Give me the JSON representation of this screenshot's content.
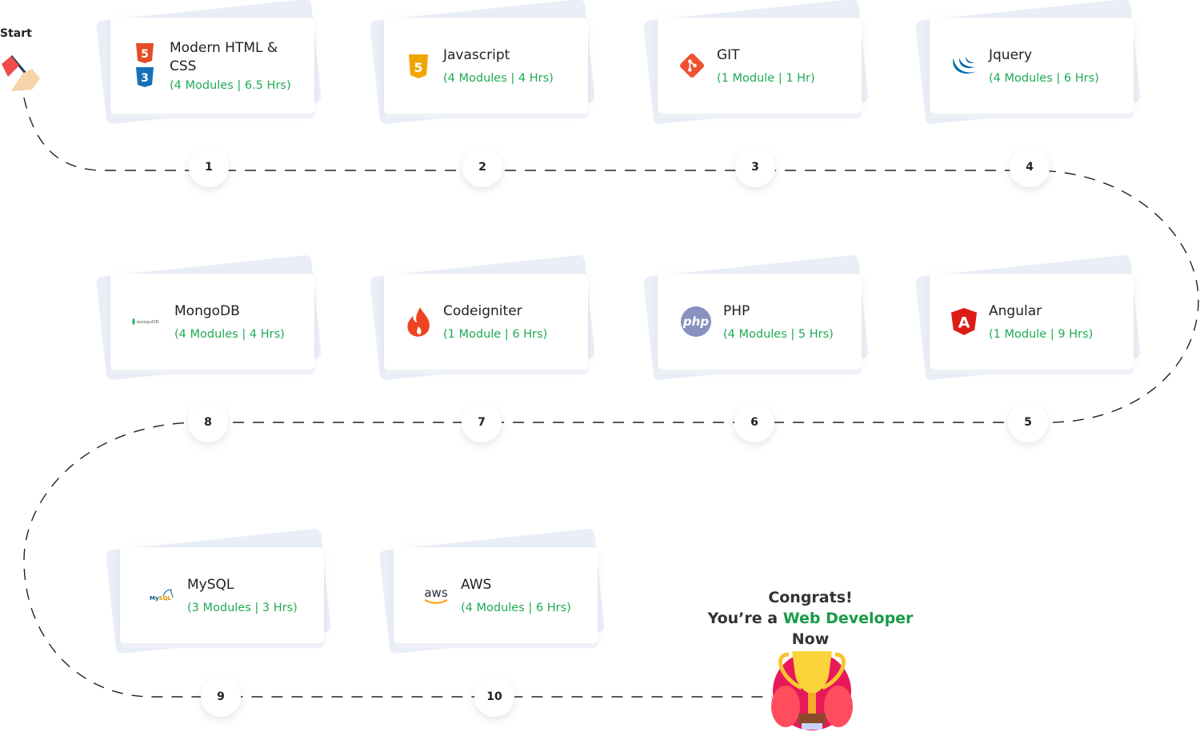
{
  "start_label": "Start",
  "courses": [
    {
      "step": "1",
      "title": "Modern HTML & CSS",
      "meta": "(4 Modules | 6.5 Hrs)",
      "icon": "html-css-icon"
    },
    {
      "step": "2",
      "title": "Javascript",
      "meta": "(4 Modules | 4 Hrs)",
      "icon": "javascript-icon"
    },
    {
      "step": "3",
      "title": "GIT",
      "meta": "(1 Module | 1 Hr)",
      "icon": "git-icon"
    },
    {
      "step": "4",
      "title": "Jquery",
      "meta": "(4 Modules | 6 Hrs)",
      "icon": "jquery-icon"
    },
    {
      "step": "5",
      "title": "Angular",
      "meta": "(1 Module | 9 Hrs)",
      "icon": "angular-icon"
    },
    {
      "step": "6",
      "title": "PHP",
      "meta": "(4 Modules | 5 Hrs)",
      "icon": "php-icon"
    },
    {
      "step": "7",
      "title": "Codeigniter",
      "meta": "(1 Module | 6 Hrs)",
      "icon": "codeigniter-icon"
    },
    {
      "step": "8",
      "title": "MongoDB",
      "meta": "(4 Modules | 4 Hrs)",
      "icon": "mongodb-icon"
    },
    {
      "step": "9",
      "title": "MySQL",
      "meta": "(3 Modules | 3 Hrs)",
      "icon": "mysql-icon"
    },
    {
      "step": "10",
      "title": "AWS",
      "meta": "(4 Modules | 6 Hrs)",
      "icon": "aws-icon"
    }
  ],
  "congrats": {
    "line1": "Congrats!",
    "prefix": "You’re a ",
    "highlight": "Web Developer",
    "suffix": " Now"
  },
  "colors": {
    "accent": "#1faa55",
    "highlight": "#169b46"
  }
}
